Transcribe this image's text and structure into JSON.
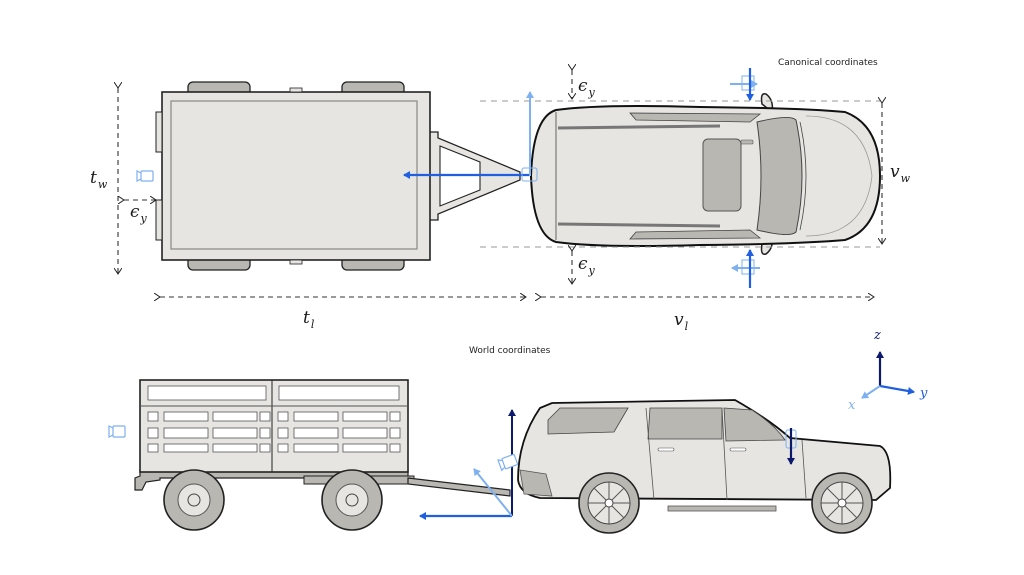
{
  "diagram": {
    "top_view": {
      "caption": "Canonical coordinates",
      "labels": {
        "trailer_width": {
          "symbol": "t",
          "sub": "w"
        },
        "trailer_length": {
          "symbol": "t",
          "sub": "l"
        },
        "vehicle_width": {
          "symbol": "v",
          "sub": "w"
        },
        "vehicle_length": {
          "symbol": "v",
          "sub": "l"
        },
        "epsilon_rear": {
          "symbol": "ϵ",
          "sub": "y"
        },
        "epsilon_top": {
          "symbol": "ϵ",
          "sub": "y"
        },
        "epsilon_bottom": {
          "symbol": "ϵ",
          "sub": "y"
        }
      }
    },
    "side_view": {
      "caption": "World coordinates",
      "axes": {
        "z": "z",
        "y": "y",
        "x": "x"
      }
    },
    "icons": {
      "camera": "camera-icon",
      "arrow": "arrow-icon"
    },
    "colors": {
      "dark_blue": "#0d1a6b",
      "blue": "#1f5fe0",
      "light_blue": "#7fb0f0",
      "body_fill": "#e6e5e2",
      "shade_fill": "#b9b7b1",
      "outline": "#1a1a1a",
      "dash": "#9a9a9a"
    }
  }
}
